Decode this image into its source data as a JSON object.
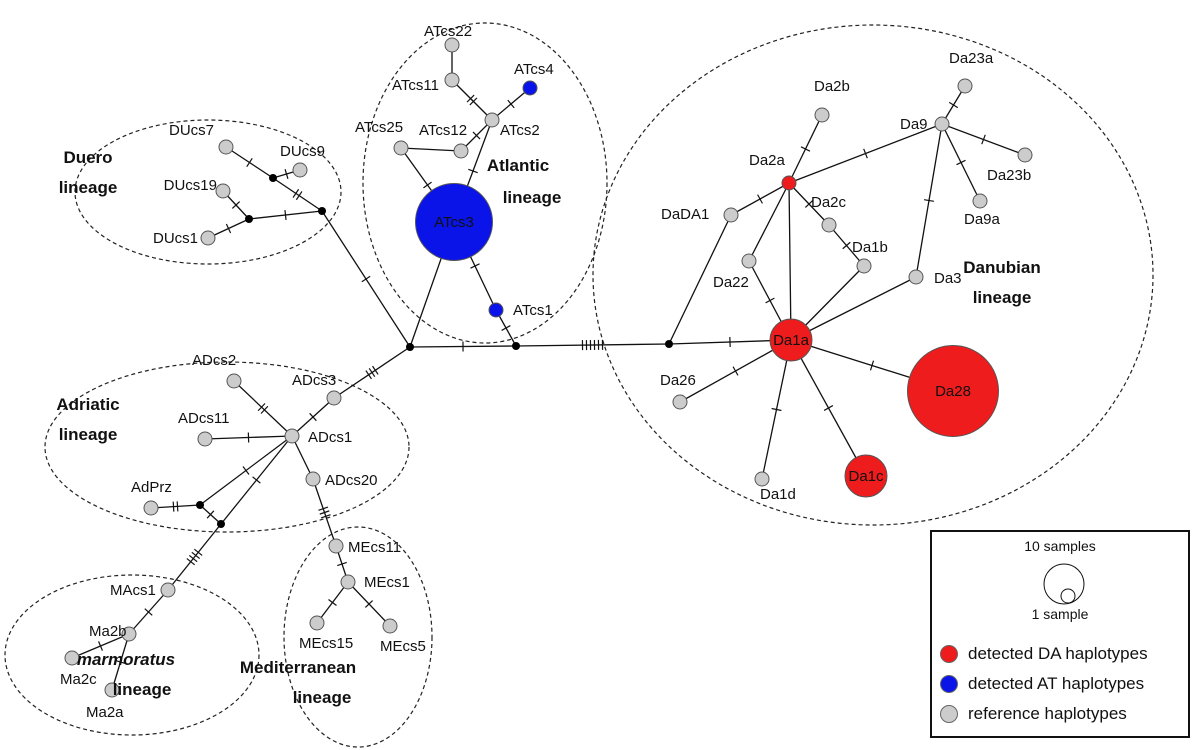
{
  "colors": {
    "da": "#ee1c1c",
    "at": "#0a14e8",
    "ref": "#cccccc",
    "median": "#000000"
  },
  "lineages": [
    {
      "name": "duero",
      "lines": [
        "Duero",
        "lineage"
      ]
    },
    {
      "name": "atlantic",
      "lines": [
        "Atlantic",
        "lineage"
      ]
    },
    {
      "name": "danubian",
      "lines": [
        "Danubian",
        "lineage"
      ]
    },
    {
      "name": "adriatic",
      "lines": [
        "Adriatic",
        "lineage"
      ]
    },
    {
      "name": "marmoratus",
      "lines": [
        "marmoratus",
        "lineage"
      ]
    },
    {
      "name": "mediterranean",
      "lines": [
        "Mediterranean",
        "lineage"
      ]
    }
  ],
  "nodes": [
    {
      "id": "DUcs7",
      "label": "DUcs7",
      "type": "ref",
      "samples": 1
    },
    {
      "id": "DUcs9",
      "label": "DUcs9",
      "type": "ref",
      "samples": 1
    },
    {
      "id": "DUcs19",
      "label": "DUcs19",
      "type": "ref",
      "samples": 1
    },
    {
      "id": "DUcs1",
      "label": "DUcs1",
      "type": "ref",
      "samples": 1
    },
    {
      "id": "ATcs22",
      "label": "ATcs22",
      "type": "ref",
      "samples": 1
    },
    {
      "id": "ATcs11",
      "label": "ATcs11",
      "type": "ref",
      "samples": 1
    },
    {
      "id": "ATcs4",
      "label": "ATcs4",
      "type": "at",
      "samples": 1
    },
    {
      "id": "ATcs25",
      "label": "ATcs25",
      "type": "ref",
      "samples": 1
    },
    {
      "id": "ATcs12",
      "label": "ATcs12",
      "type": "ref",
      "samples": 1
    },
    {
      "id": "ATcs2",
      "label": "ATcs2",
      "type": "ref",
      "samples": 1
    },
    {
      "id": "ATcs3",
      "label": "ATcs3",
      "type": "at",
      "samples": 10
    },
    {
      "id": "ATcs1",
      "label": "ATcs1",
      "type": "at",
      "samples": 1
    },
    {
      "id": "Da2b",
      "label": "Da2b",
      "type": "ref",
      "samples": 1
    },
    {
      "id": "Da23a",
      "label": "Da23a",
      "type": "ref",
      "samples": 1
    },
    {
      "id": "Da9",
      "label": "Da9",
      "type": "ref",
      "samples": 1
    },
    {
      "id": "Da2a",
      "label": "Da2a",
      "type": "da",
      "samples": 1
    },
    {
      "id": "Da23b",
      "label": "Da23b",
      "type": "ref",
      "samples": 1
    },
    {
      "id": "DaDA1",
      "label": "DaDA1",
      "type": "ref",
      "samples": 1
    },
    {
      "id": "Da2c",
      "label": "Da2c",
      "type": "ref",
      "samples": 1
    },
    {
      "id": "Da9a",
      "label": "Da9a",
      "type": "ref",
      "samples": 1
    },
    {
      "id": "Da1b",
      "label": "Da1b",
      "type": "ref",
      "samples": 1
    },
    {
      "id": "Da22",
      "label": "Da22",
      "type": "ref",
      "samples": 1
    },
    {
      "id": "Da3",
      "label": "Da3",
      "type": "ref",
      "samples": 1
    },
    {
      "id": "Da1a",
      "label": "Da1a",
      "type": "da",
      "samples": 5
    },
    {
      "id": "Da28",
      "label": "Da28",
      "type": "da",
      "samples": 12
    },
    {
      "id": "Da26",
      "label": "Da26",
      "type": "ref",
      "samples": 1
    },
    {
      "id": "Da1c",
      "label": "Da1c",
      "type": "da",
      "samples": 5
    },
    {
      "id": "Da1d",
      "label": "Da1d",
      "type": "ref",
      "samples": 1
    },
    {
      "id": "ADcs2",
      "label": "ADcs2",
      "type": "ref",
      "samples": 1
    },
    {
      "id": "ADcs3",
      "label": "ADcs3",
      "type": "ref",
      "samples": 1
    },
    {
      "id": "ADcs11",
      "label": "ADcs11",
      "type": "ref",
      "samples": 1
    },
    {
      "id": "ADcs1",
      "label": "ADcs1",
      "type": "ref",
      "samples": 1
    },
    {
      "id": "AdPrz",
      "label": "AdPrz",
      "type": "ref",
      "samples": 1
    },
    {
      "id": "ADcs20",
      "label": "ADcs20",
      "type": "ref",
      "samples": 1
    },
    {
      "id": "MEcs11",
      "label": "MEcs11",
      "type": "ref",
      "samples": 1
    },
    {
      "id": "MEcs1",
      "label": "MEcs1",
      "type": "ref",
      "samples": 1
    },
    {
      "id": "MEcs15",
      "label": "MEcs15",
      "type": "ref",
      "samples": 1
    },
    {
      "id": "MEcs5",
      "label": "MEcs5",
      "type": "ref",
      "samples": 1
    },
    {
      "id": "MAcs1",
      "label": "MAcs1",
      "type": "ref",
      "samples": 1
    },
    {
      "id": "Ma2b",
      "label": "Ma2b",
      "type": "ref",
      "samples": 1
    },
    {
      "id": "Ma2c",
      "label": "Ma2c",
      "type": "ref",
      "samples": 1
    },
    {
      "id": "Ma2a",
      "label": "Ma2a",
      "type": "ref",
      "samples": 1
    }
  ],
  "edges": [
    [
      "DUcs7",
      "m_du1",
      1
    ],
    [
      "DUcs9",
      "m_du1",
      1
    ],
    [
      "m_du1",
      "m_du3",
      2
    ],
    [
      "DUcs19",
      "m_du2",
      1
    ],
    [
      "DUcs1",
      "m_du2",
      1
    ],
    [
      "m_du2",
      "m_du3",
      1
    ],
    [
      "m_du3",
      "m_c1",
      1
    ],
    [
      "ATcs22",
      "ATcs11",
      0
    ],
    [
      "ATcs11",
      "ATcs2",
      2
    ],
    [
      "ATcs4",
      "ATcs2",
      1
    ],
    [
      "ATcs25",
      "ATcs12",
      0
    ],
    [
      "ATcs12",
      "ATcs2",
      1
    ],
    [
      "ATcs2",
      "ATcs3",
      1
    ],
    [
      "ATcs25",
      "ATcs3",
      1
    ],
    [
      "ATcs3",
      "ATcs1",
      1
    ],
    [
      "ATcs3",
      "m_c1",
      0
    ],
    [
      "ATcs1",
      "m_c2",
      1
    ],
    [
      "m_c1",
      "m_c2",
      1
    ],
    [
      "m_c2",
      "m_c3",
      6
    ],
    [
      "m_c3",
      "Da1a",
      1
    ],
    [
      "m_c3",
      "DaDA1",
      0
    ],
    [
      "DaDA1",
      "Da2a",
      1
    ],
    [
      "Da2a",
      "Da2b",
      1
    ],
    [
      "Da2a",
      "Da9",
      1
    ],
    [
      "Da9",
      "Da23a",
      1
    ],
    [
      "Da9",
      "Da23b",
      1
    ],
    [
      "Da9",
      "Da9a",
      1
    ],
    [
      "Da9",
      "Da3",
      1
    ],
    [
      "Da2a",
      "Da2c",
      1
    ],
    [
      "Da2c",
      "Da1b",
      1
    ],
    [
      "Da2a",
      "Da22",
      0
    ],
    [
      "Da22",
      "Da1a",
      1
    ],
    [
      "Da2a",
      "Da1a",
      0
    ],
    [
      "Da1b",
      "Da1a",
      0
    ],
    [
      "Da3",
      "Da1a",
      0
    ],
    [
      "Da1a",
      "Da28",
      1
    ],
    [
      "Da1a",
      "Da26",
      1
    ],
    [
      "Da1a",
      "Da1c",
      1
    ],
    [
      "Da1a",
      "Da1d",
      1
    ],
    [
      "m_c1",
      "ADcs3",
      3
    ],
    [
      "ADcs3",
      "ADcs1",
      1
    ],
    [
      "ADcs2",
      "ADcs1",
      2
    ],
    [
      "ADcs11",
      "ADcs1",
      1
    ],
    [
      "ADcs1",
      "ADcs20",
      0
    ],
    [
      "ADcs20",
      "MEcs11",
      3
    ],
    [
      "MEcs11",
      "MEcs1",
      1
    ],
    [
      "MEcs1",
      "MEcs15",
      1
    ],
    [
      "MEcs1",
      "MEcs5",
      1
    ],
    [
      "ADcs1",
      "m_ad1",
      1
    ],
    [
      "ADcs1",
      "m_ad2",
      1
    ],
    [
      "AdPrz",
      "m_ad1",
      2
    ],
    [
      "m_ad1",
      "m_ad2",
      1
    ],
    [
      "m_ad2",
      "MAcs1",
      4
    ],
    [
      "MAcs1",
      "Ma2b",
      1
    ],
    [
      "Ma2b",
      "Ma2c",
      1
    ],
    [
      "Ma2b",
      "Ma2a",
      1
    ]
  ],
  "legend": {
    "size_large": "10 samples",
    "size_small": "1 sample",
    "items": [
      {
        "label": "detected DA haplotypes",
        "color": "#ee1c1c"
      },
      {
        "label": "detected AT haplotypes",
        "color": "#0a14e8"
      },
      {
        "label": "reference haplotypes",
        "color": "#cccccc"
      }
    ]
  }
}
